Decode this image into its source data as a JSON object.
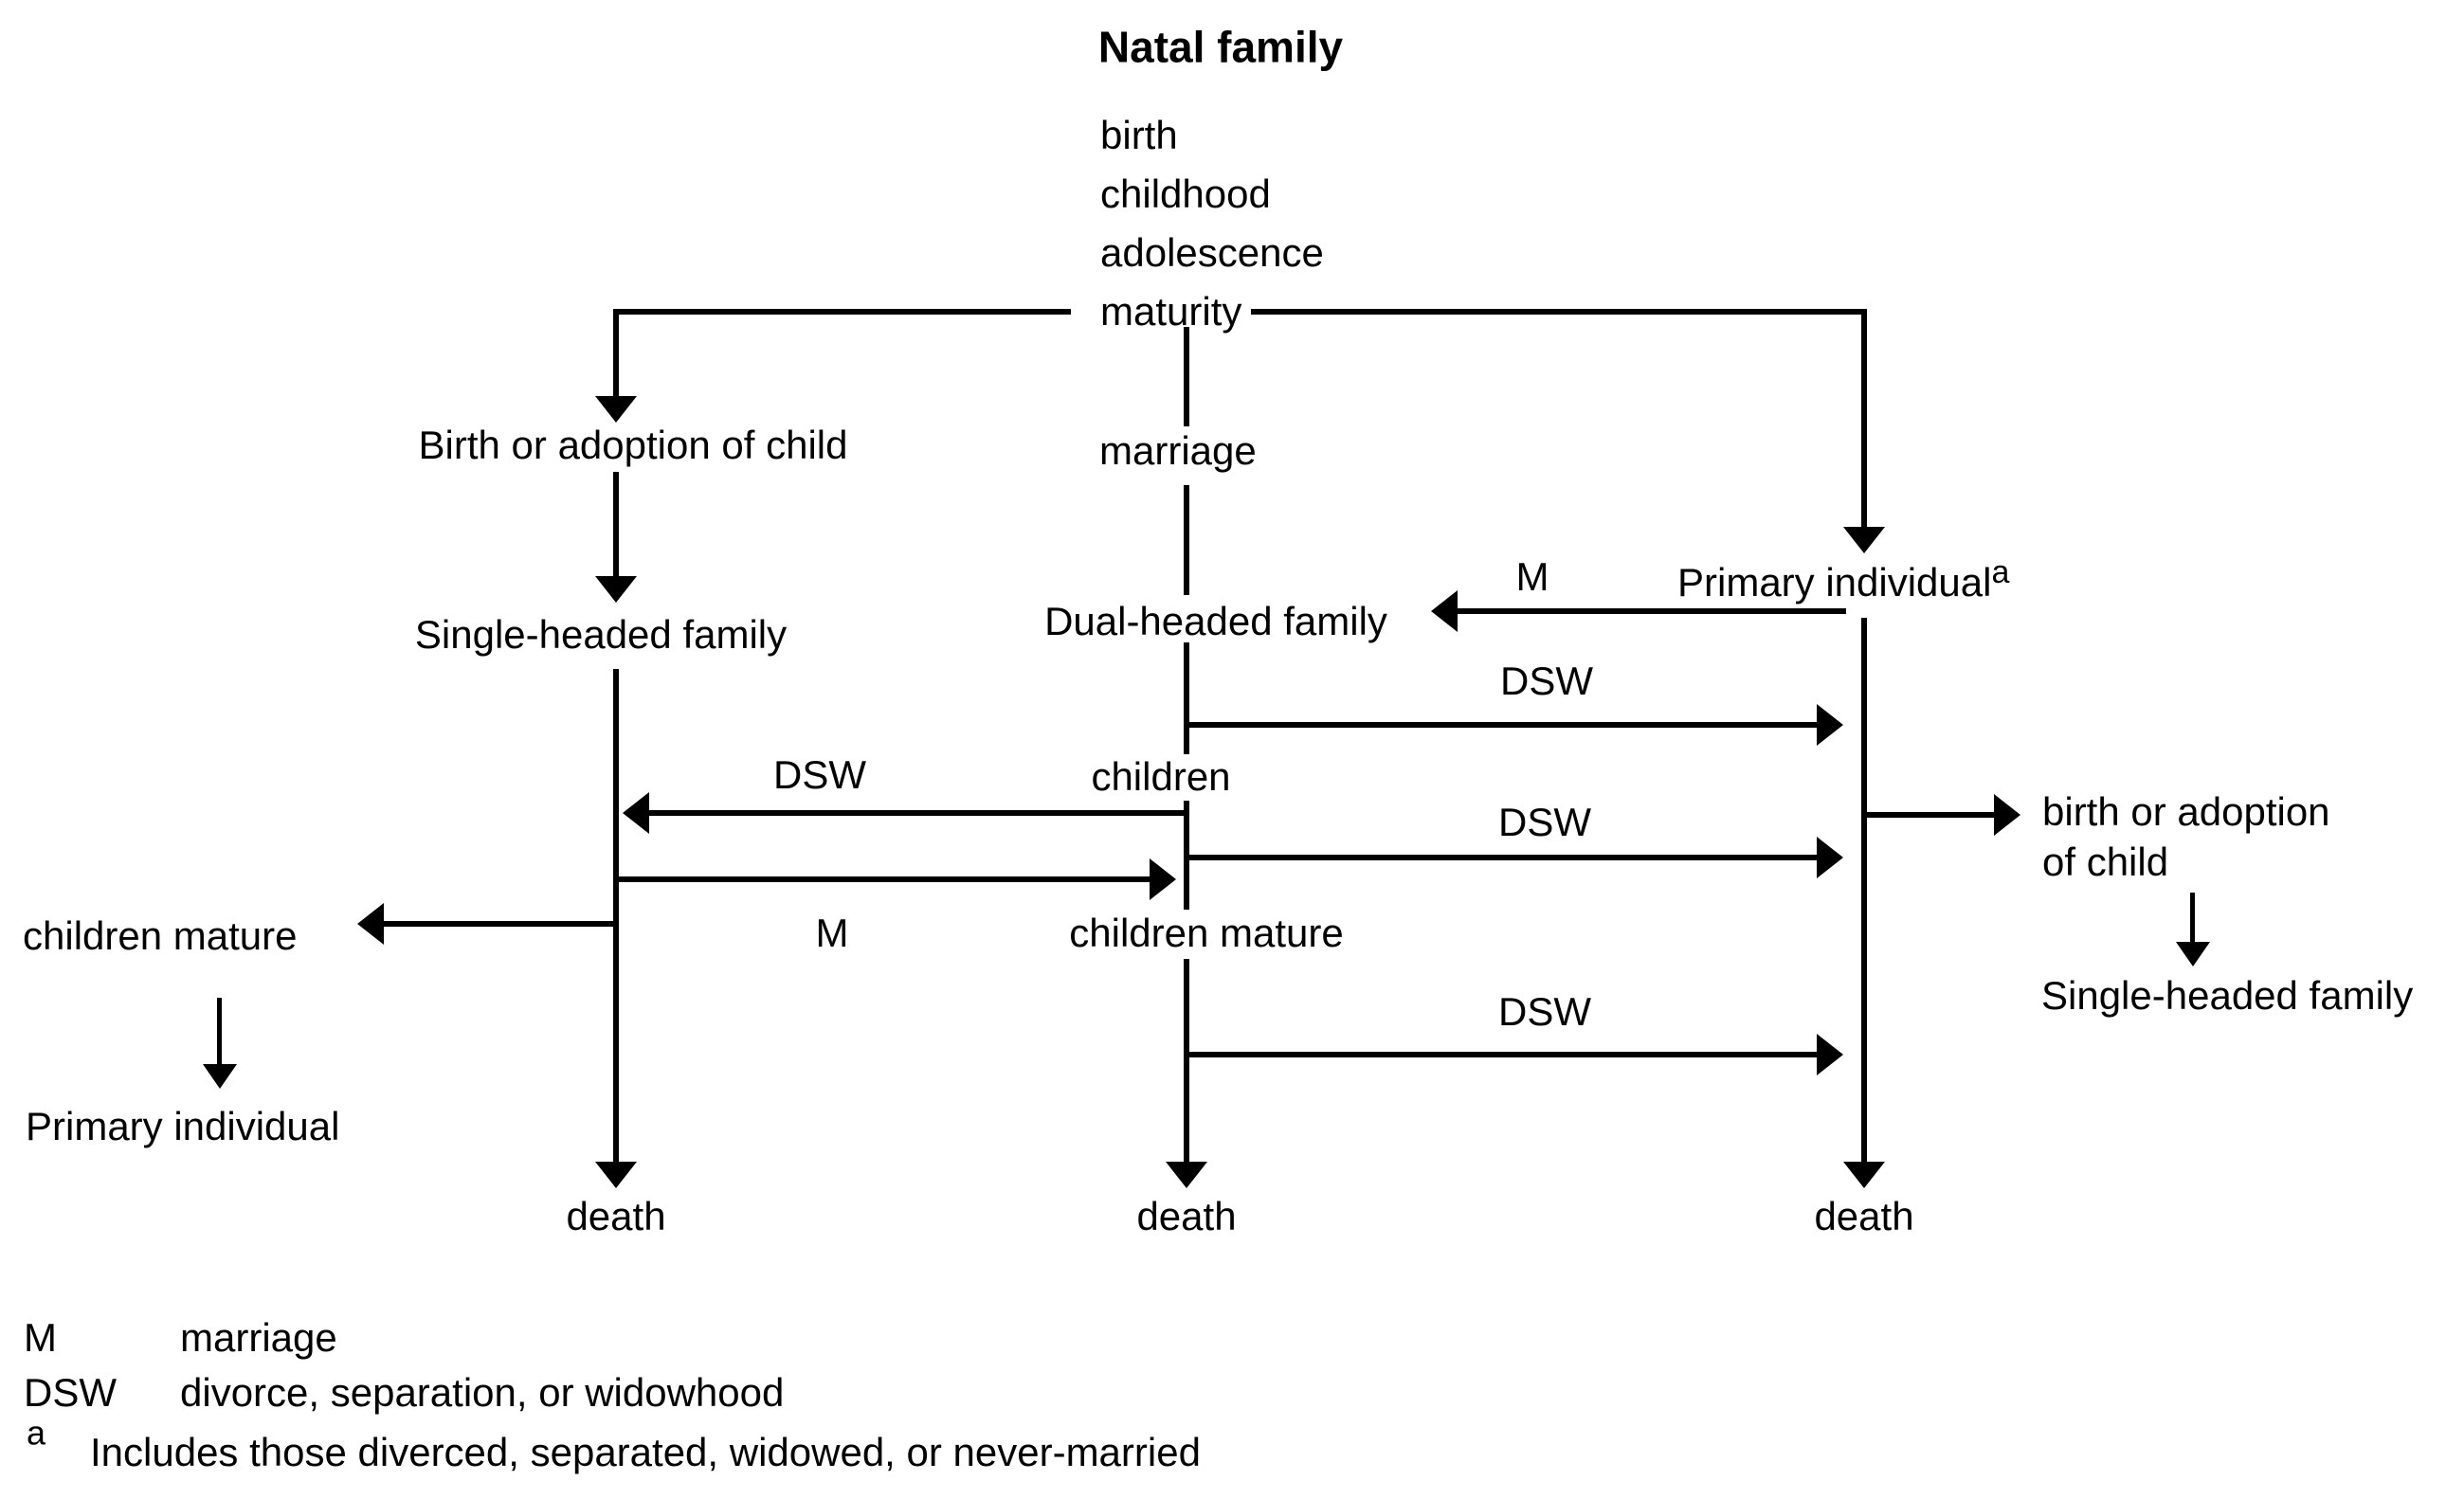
{
  "title": "Natal family",
  "natal_column": {
    "stages": [
      "birth",
      "childhood",
      "adolescence",
      "maturity"
    ]
  },
  "left_branch": {
    "birth_or_adoption": "Birth or adoption of child",
    "single_headed_family": "Single-headed family",
    "children_mature": "children mature",
    "primary_individual": "Primary individual",
    "death": "death"
  },
  "center_branch": {
    "marriage": "marriage",
    "dual_headed_family": "Dual-headed family",
    "children": "children",
    "children_mature": "children mature",
    "death": "death"
  },
  "right_branch": {
    "primary_individual": "Primary individual",
    "note_marker": "a",
    "birth_or_adoption_line1": "birth or adoption",
    "birth_or_adoption_line2": "of child",
    "single_headed_family": "Single-headed family",
    "death": "death"
  },
  "transition_labels": {
    "m_left": "M",
    "dsw_left": "DSW",
    "m_right": "M",
    "dsw_1": "DSW",
    "dsw_2": "DSW",
    "dsw_3": "DSW"
  },
  "legend": {
    "items": [
      {
        "symbol": "M",
        "definition": "marriage"
      },
      {
        "symbol": "DSW",
        "definition": "divorce, separation, or widowhood"
      },
      {
        "symbol": "a",
        "definition": "Includes those diverced, separated, widowed, or never-married"
      }
    ]
  },
  "colors": {
    "ink": "#000000",
    "background": "#ffffff"
  }
}
